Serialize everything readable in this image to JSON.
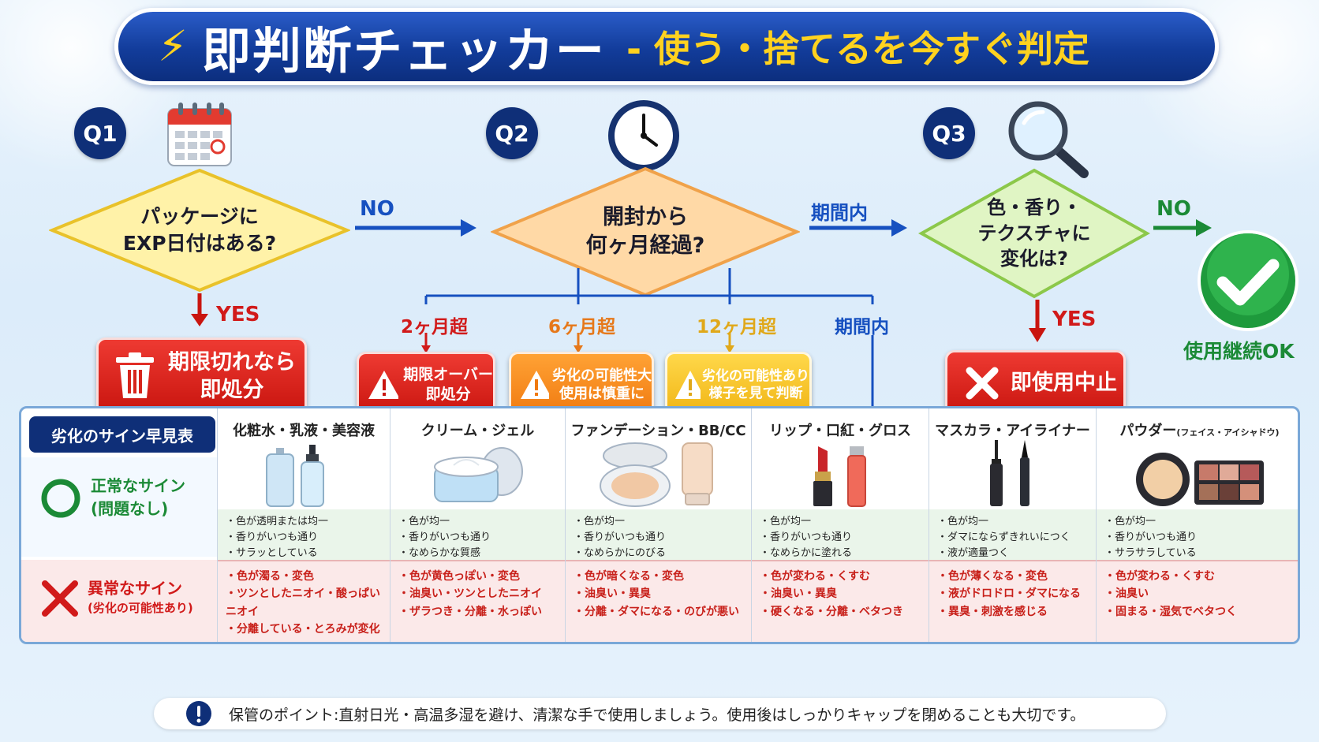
{
  "title": {
    "main": "即判断チェッカー",
    "sub": "- 使う・捨てるを今すぐ判定"
  },
  "q1": {
    "badge": "Q1",
    "line1": "パッケージに",
    "line2": "EXP日付はある?",
    "yes": "YES",
    "no": "NO",
    "result1": "期限切れなら",
    "result2": "即処分"
  },
  "q2": {
    "badge": "Q2",
    "line1": "開封から",
    "line2": "何ヶ月経過?",
    "within_right": "期間内",
    "branches": [
      {
        "label": "2ヶ月超",
        "line1": "期限オーバー",
        "line2": "即処分"
      },
      {
        "label": "6ヶ月超",
        "line1": "劣化の可能性大",
        "line2": "使用は慎重に"
      },
      {
        "label": "12ヶ月超",
        "line1": "劣化の可能性あり",
        "line2": "様子を見て判断"
      },
      {
        "label": "期間内"
      }
    ]
  },
  "q3": {
    "badge": "Q3",
    "line1": "色・香り・",
    "line2": "テクスチャに",
    "line3": "変化は?",
    "yes": "YES",
    "no": "NO",
    "stop": "即使用中止",
    "ok": "使用継続OK"
  },
  "table": {
    "title": "劣化のサイン早見表",
    "normal_label1": "正常なサイン",
    "normal_label2": "(問題なし)",
    "abnormal_label1": "異常なサイン",
    "abnormal_label2": "(劣化の可能性あり)",
    "columns": [
      {
        "head": "化粧水・乳液・美容液",
        "normal": [
          "・色が透明または均一",
          "・香りがいつも通り",
          "・サラッとしている"
        ],
        "abnormal": [
          "・色が濁る・変色",
          "・ツンとしたニオイ・酸っぱいニオイ",
          "・分離している・とろみが変化"
        ]
      },
      {
        "head": "クリーム・ジェル",
        "normal": [
          "・色が均一",
          "・香りがいつも通り",
          "・なめらかな質感"
        ],
        "abnormal": [
          "・色が黄色っぽい・変色",
          "・油臭い・ツンとしたニオイ",
          "・ザラつき・分離・水っぽい"
        ]
      },
      {
        "head": "ファンデーション・BB/CC",
        "normal": [
          "・色が均一",
          "・香りがいつも通り",
          "・なめらかにのびる"
        ],
        "abnormal": [
          "・色が暗くなる・変色",
          "・油臭い・異臭",
          "・分離・ダマになる・のびが悪い"
        ]
      },
      {
        "head": "リップ・口紅・グロス",
        "normal": [
          "・色が均一",
          "・香りがいつも通り",
          "・なめらかに塗れる"
        ],
        "abnormal": [
          "・色が変わる・くすむ",
          "・油臭い・異臭",
          "・硬くなる・分離・ベタつき"
        ]
      },
      {
        "head": "マスカラ・アイライナー",
        "normal": [
          "・色が均一",
          "・ダマにならずきれいにつく",
          "・液が適量つく"
        ],
        "abnormal": [
          "・色が薄くなる・変色",
          "・液がドロドロ・ダマになる",
          "・異臭・刺激を感じる"
        ]
      },
      {
        "head": "パウダー",
        "head_small": "(フェイス・アイシャドウ)",
        "normal": [
          "・色が均一",
          "・香りがいつも通り",
          "・サラサラしている"
        ],
        "abnormal": [
          "・色が変わる・くすむ",
          "・油臭い",
          "・固まる・湿気でベタつく"
        ]
      }
    ]
  },
  "footer": {
    "text": "保管のポイント:直射日光・高温多湿を避け、清潔な手で使用しましょう。使用後はしっかりキャップを閉めることも大切です。"
  },
  "colors": {
    "navy": "#0f2f78",
    "blue": "#1650c0",
    "red": "#d11a1a",
    "orange": "#f07a10",
    "yellow": "#f0b414",
    "green": "#1b8a36"
  }
}
